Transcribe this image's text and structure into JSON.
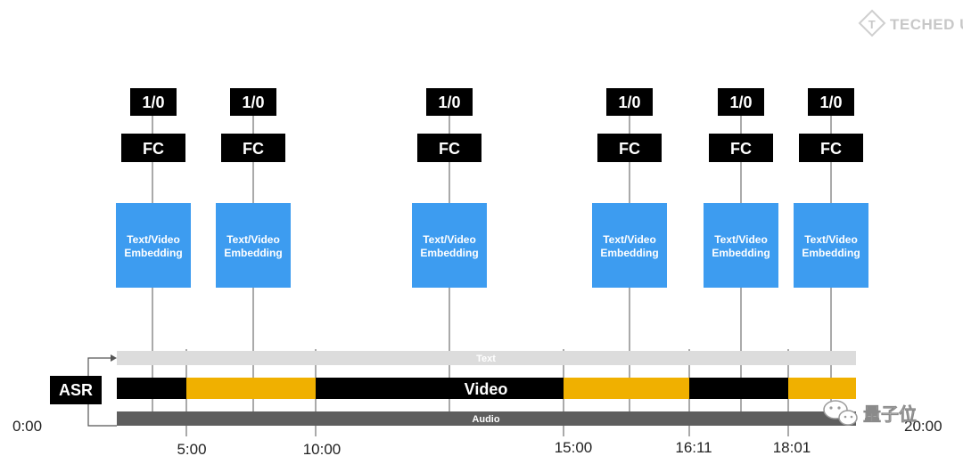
{
  "watermark": {
    "brand": "TECHED U",
    "logo_letter": "T"
  },
  "wechat_watermark": {
    "text": "量子位"
  },
  "colors": {
    "black": "#000000",
    "segment_highlight": "#f0b000",
    "embedding_box": "#3d9cf0",
    "text_track": "#dcdcdc",
    "audio_track": "#5e5e5e",
    "connector": "#555555"
  },
  "asr_label": "ASR",
  "tracks": {
    "text": "Text",
    "video": "Video",
    "audio": "Audio"
  },
  "segments": [
    {
      "start": "0:00",
      "end": "5:00",
      "highlight": false
    },
    {
      "start": "5:00",
      "end": "10:00",
      "highlight": true
    },
    {
      "start": "10:00",
      "end": "15:00",
      "highlight": false
    },
    {
      "start": "15:00",
      "end": "16:11",
      "highlight": true
    },
    {
      "start": "16:11",
      "end": "18:01",
      "highlight": false
    },
    {
      "start": "18:01",
      "end": "20:00",
      "highlight": true
    }
  ],
  "time_ticks": [
    "0:00",
    "5:00",
    "10:00",
    "15:00",
    "16:11",
    "18:01",
    "20:00"
  ],
  "columns": [
    {
      "output": "1/0",
      "classifier": "FC",
      "embedding": [
        "Text/Video",
        "Embedding"
      ]
    },
    {
      "output": "1/0",
      "classifier": "FC",
      "embedding": [
        "Text/Video",
        "Embedding"
      ]
    },
    {
      "output": "1/0",
      "classifier": "FC",
      "embedding": [
        "Text/Video",
        "Embedding"
      ]
    },
    {
      "output": "1/0",
      "classifier": "FC",
      "embedding": [
        "Text/Video",
        "Embedding"
      ]
    },
    {
      "output": "1/0",
      "classifier": "FC",
      "embedding": [
        "Text/Video",
        "Embedding"
      ]
    },
    {
      "output": "1/0",
      "classifier": "FC",
      "embedding": [
        "Text/Video",
        "Embedding"
      ]
    }
  ]
}
